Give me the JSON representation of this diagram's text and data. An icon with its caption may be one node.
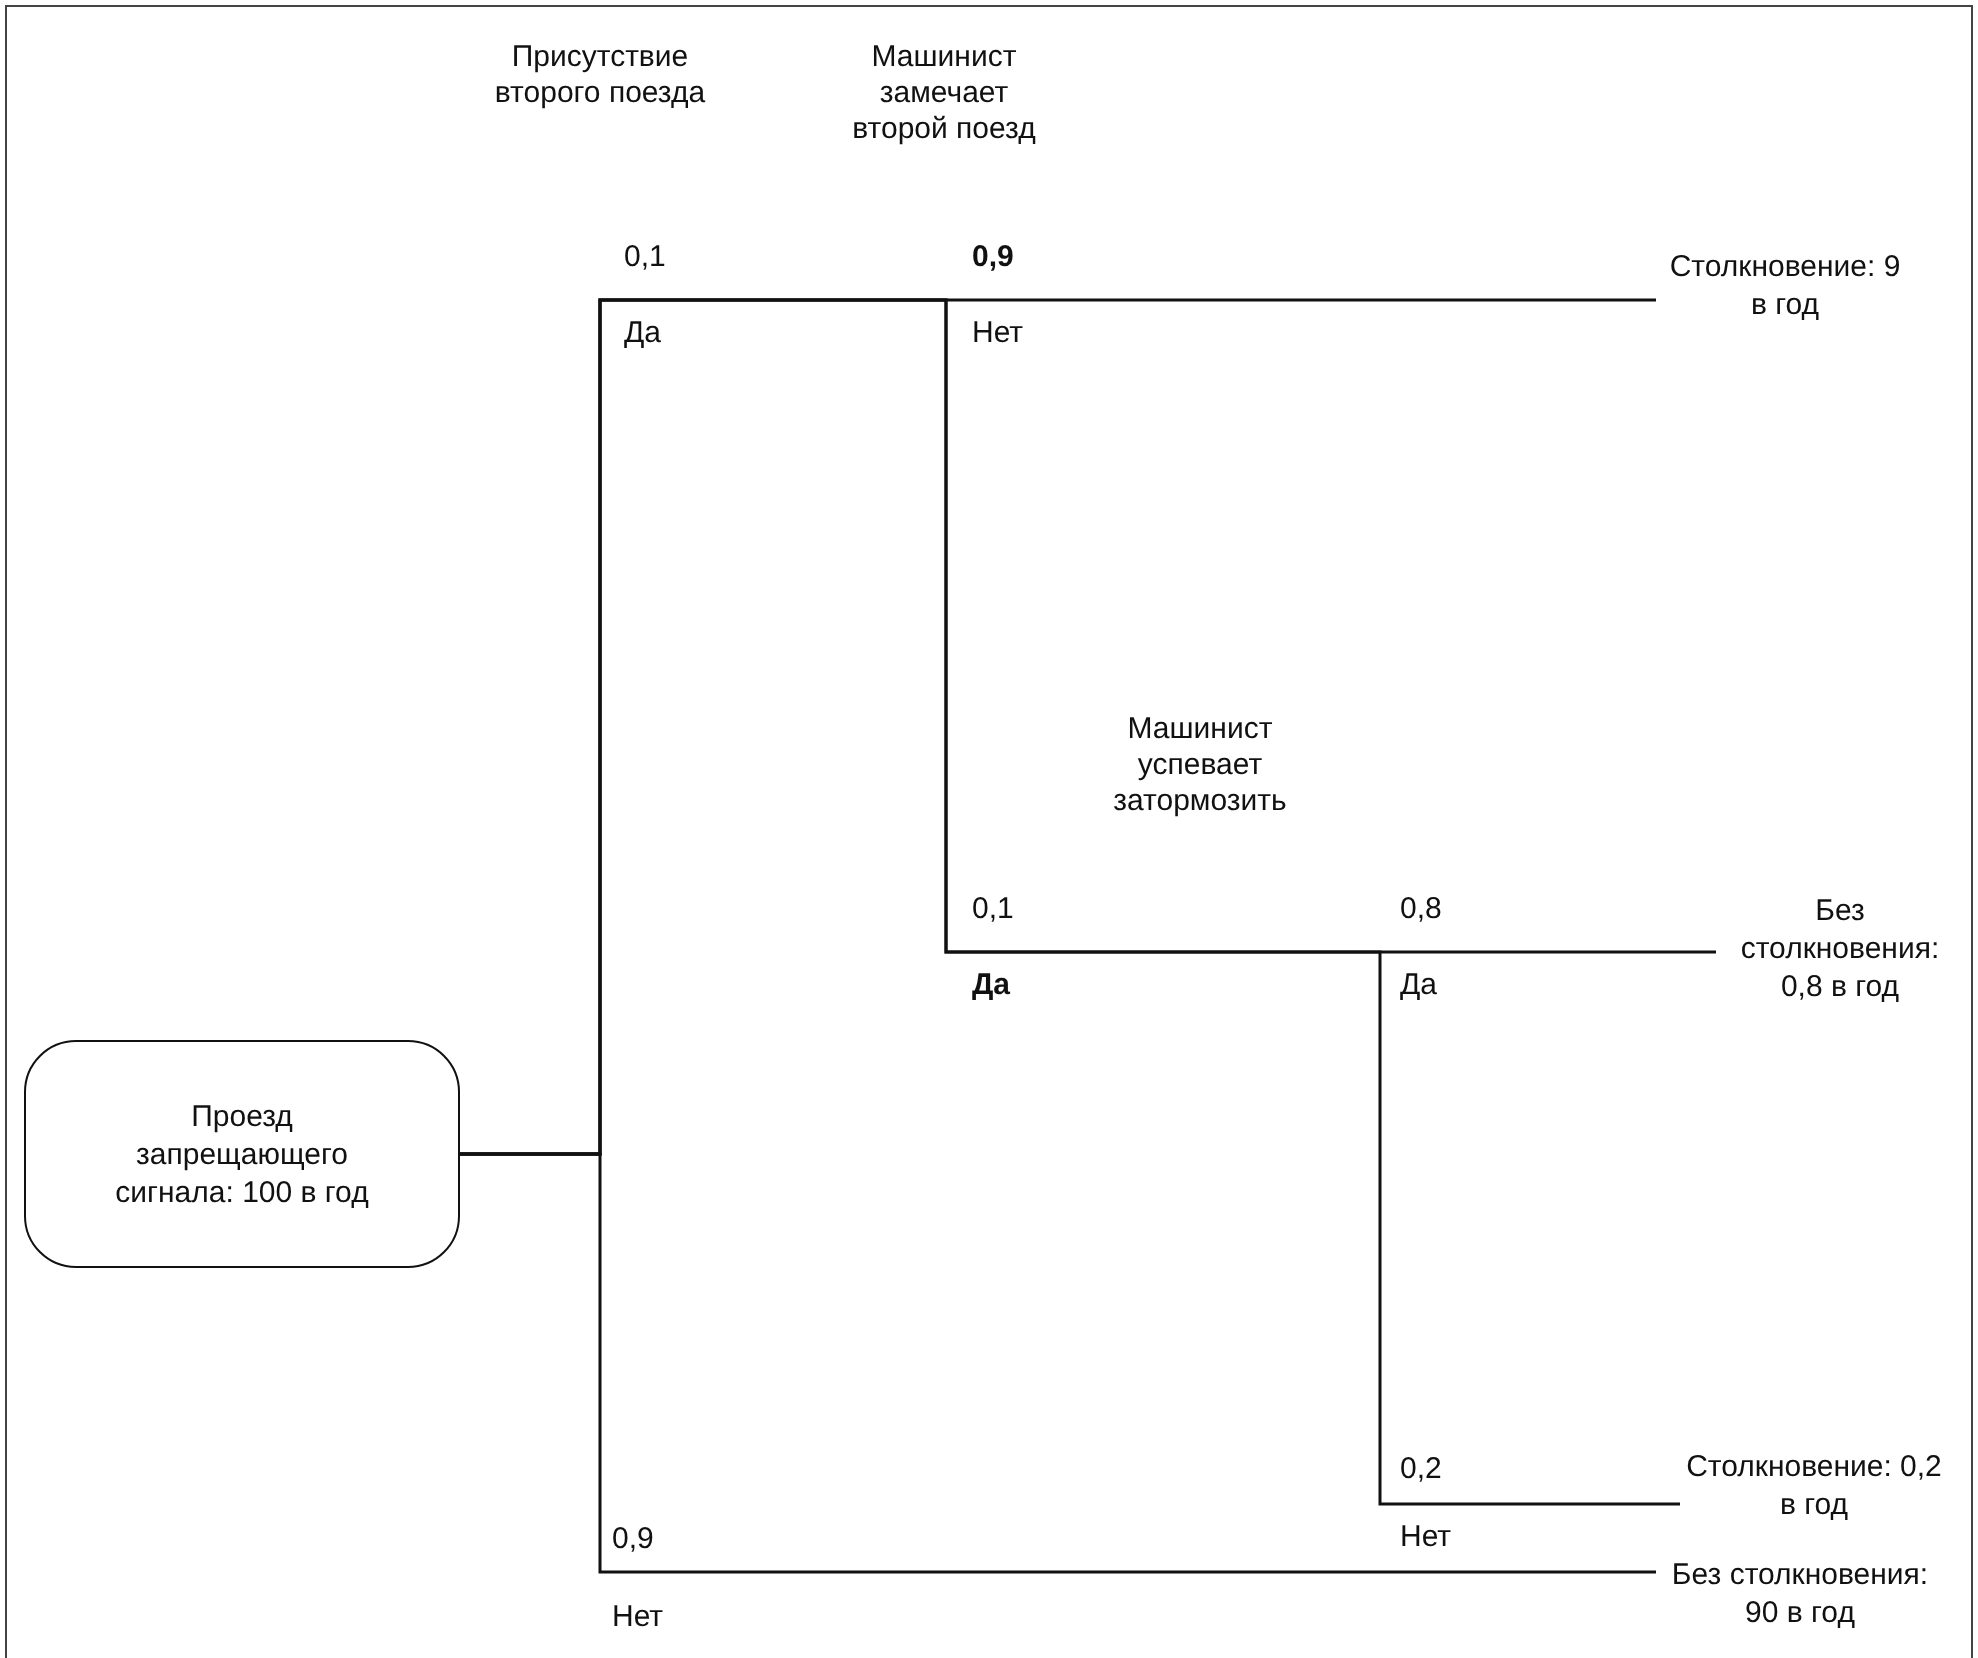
{
  "diagram": {
    "nodes": [
      {
        "text": [
          "Проезд запрещающего сигнала: 100 в год"
        ]
      },
      {
        "text": [
          "Столкновение: 9 в год"
        ]
      },
      {
        "text": [
          "Без столкновения: 0,8 в год"
        ]
      },
      {
        "text": [
          "Столкновение: 0,2 в год"
        ]
      },
      {
        "text": [
          "Без столкновения: 90 в год"
        ]
      }
    ],
    "edges": [
      {
        "from": 0,
        "to": 1,
        "arrow": "none"
      },
      {
        "from": 0,
        "to": 2,
        "arrow": "none"
      },
      {
        "from": 0,
        "to": 3,
        "arrow": "none"
      },
      {
        "from": 0,
        "to": 4,
        "arrow": "none"
      }
    ],
    "labels": [
      "Присутствие второго поезда",
      "Машинист замечает второй поезд",
      "0,1",
      "0,9",
      "Да",
      "Нет",
      "Машинист успевает затормозить",
      "0,1",
      "0,8",
      "Да",
      "Да",
      "0,2",
      "0,9",
      "Нет",
      "Нет"
    ]
  }
}
